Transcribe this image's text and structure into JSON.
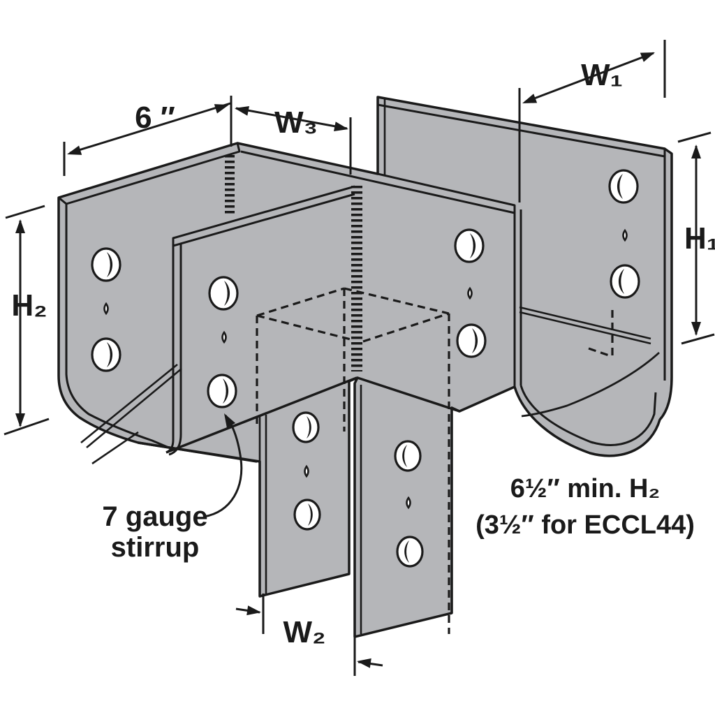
{
  "labels": {
    "dim_length": "6 ″",
    "dim_w1": "W₁",
    "dim_w2": "W₂",
    "dim_w3": "W₃",
    "dim_h1": "H₁",
    "dim_h2": "H₂"
  },
  "annotations": {
    "stirrup_line1": "7 gauge",
    "stirrup_line2": "stirrup",
    "note_line1": "6½″ min. H₂",
    "note_line2": "(3½″ for ECCL44)"
  },
  "colors": {
    "steel_gray": "#b5b6b9",
    "line_black": "#1a1a1a",
    "background": "#ffffff"
  }
}
